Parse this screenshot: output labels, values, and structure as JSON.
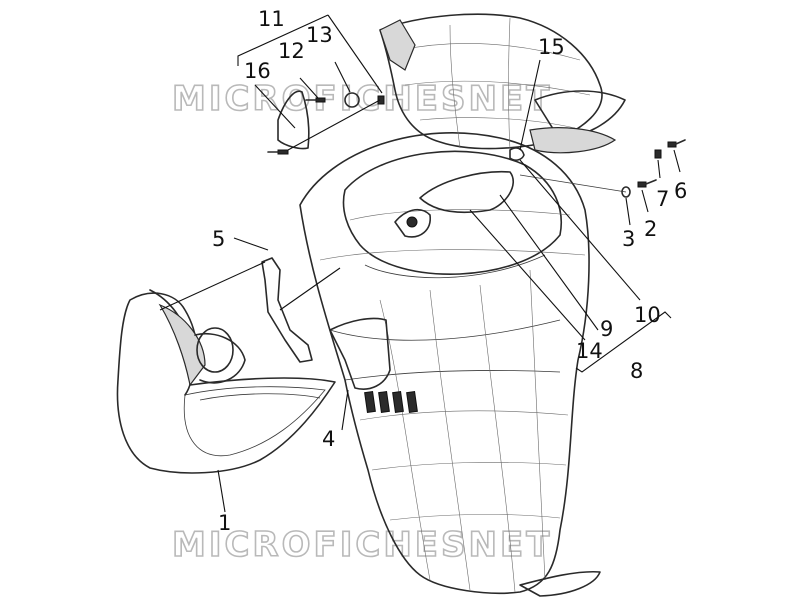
{
  "watermark": {
    "text": "MICROFICHESNET"
  },
  "callouts": {
    "c1": "1",
    "c2": "2",
    "c3": "3",
    "c4": "4",
    "c5": "5",
    "c6": "6",
    "c7": "7",
    "c8": "8",
    "c9": "9",
    "c10": "10",
    "c11": "11",
    "c12": "12",
    "c13": "13",
    "c14": "14",
    "c15": "15",
    "c16": "16"
  },
  "colors": {
    "line": "#2a2a2a",
    "watermark": "#b9b9b9",
    "background": "#ffffff"
  }
}
